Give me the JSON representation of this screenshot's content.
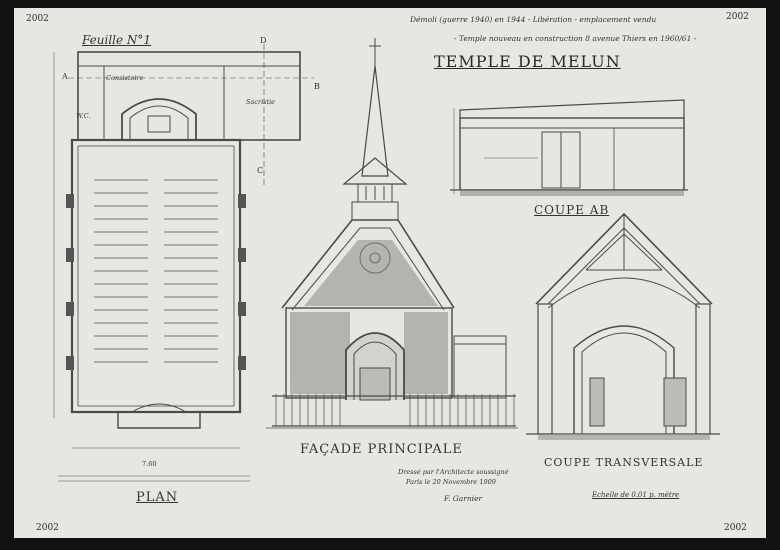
{
  "corner_labels": {
    "top_left": "2002",
    "top_right": "2002",
    "bottom_left": "2002",
    "bottom_right": "2002"
  },
  "sheet_label": "Feuille N°1",
  "annotation_line1": "Démoli (guerre 1940) en 1944 - Libération - emplacement vendu",
  "annotation_line2": "- Temple nouveau en construction 8 avenue Thiers en 1960/61 -",
  "title": "Temple de Melun",
  "views": {
    "plan": "Plan",
    "facade": "Façade Principale",
    "coupe_ab": "Coupe AB",
    "coupe_transversale": "Coupe Transversale"
  },
  "plan_labels": {
    "a": "A",
    "b": "B",
    "c": "C",
    "d": "D",
    "consistory": "Consistoire",
    "sacristy": "Sacristie",
    "wc": "W.C."
  },
  "signature_lines": [
    "Dressé par l'Architecte soussigné",
    "Paris le 20 Novembre 1909"
  ],
  "signature": "F. Garnier",
  "scale": "Echelle de 0.01 p. mètre",
  "dim_label": "7.60"
}
